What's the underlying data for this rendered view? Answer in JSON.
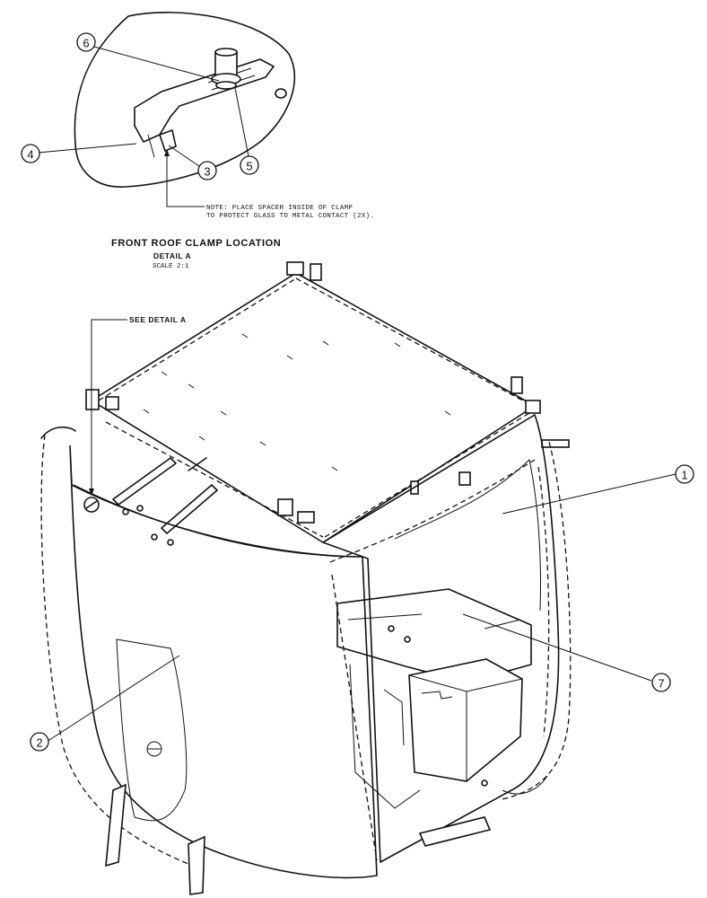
{
  "detail": {
    "note_line1": "NOTE: PLACE SPACER INSIDE OF CLAMP",
    "note_line2": "TO PROTECT GLASS TO METAL CONTACT (2X).",
    "title": "FRONT ROOF CLAMP LOCATION",
    "label": "DETAIL A",
    "scale": "SCALE 2:1"
  },
  "see_detail": "SEE DETAIL A",
  "callouts": [
    {
      "id": "1",
      "label": "1"
    },
    {
      "id": "2",
      "label": "2"
    },
    {
      "id": "3",
      "label": "3"
    },
    {
      "id": "4",
      "label": "4"
    },
    {
      "id": "5",
      "label": "5"
    },
    {
      "id": "6",
      "label": "6"
    },
    {
      "id": "7",
      "label": "7"
    }
  ]
}
